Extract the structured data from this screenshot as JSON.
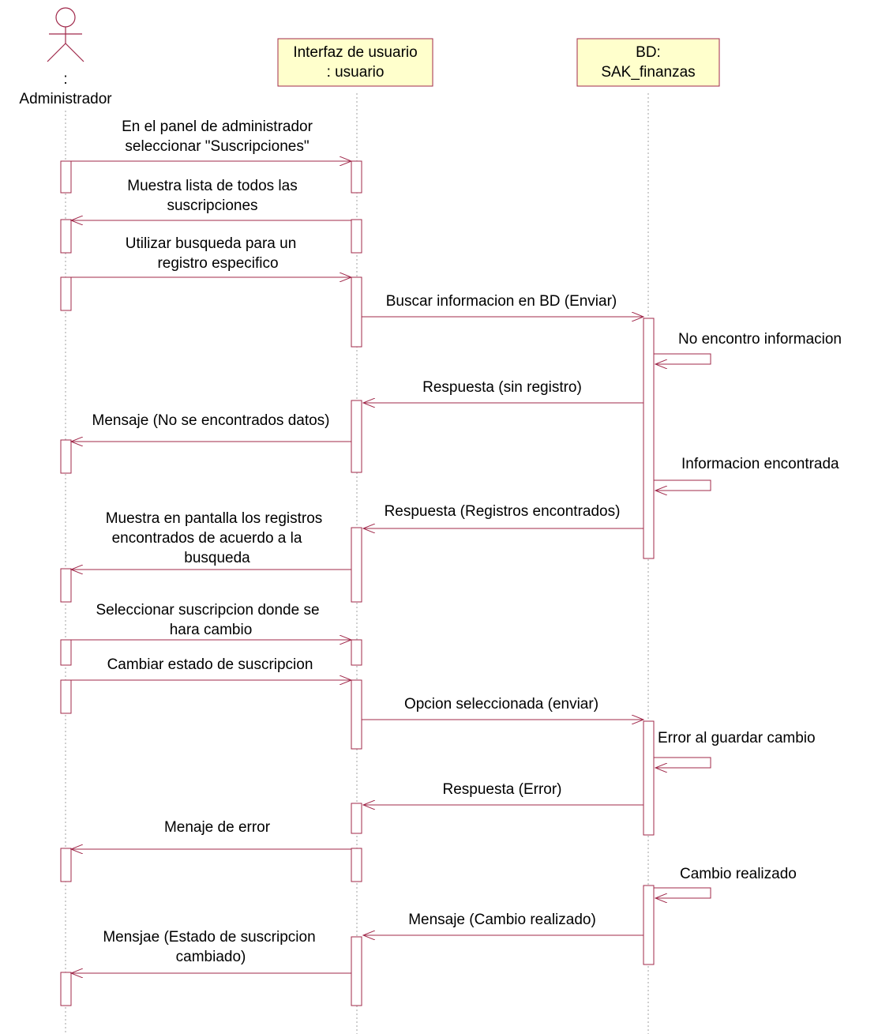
{
  "actor": {
    "line1": ":",
    "line2": "Administrador"
  },
  "objects": [
    {
      "line1": "Interfaz de usuario",
      "line2": ": usuario"
    },
    {
      "line1": "BD:",
      "line2": "SAK_finanzas"
    }
  ],
  "messages": [
    [
      "En el panel de administrador",
      "seleccionar \"Suscripciones\""
    ],
    [
      "Muestra lista de todos las",
      "suscripciones"
    ],
    [
      "Utilizar busqueda para un",
      "registro especifico"
    ],
    [
      "Buscar informacion en BD (Enviar)"
    ],
    [
      "No encontro informacion"
    ],
    [
      "Respuesta (sin registro)"
    ],
    [
      "Mensaje (No se encontrados datos)"
    ],
    [
      "Informacion encontrada"
    ],
    [
      "Respuesta (Registros encontrados)"
    ],
    [
      "Muestra en pantalla los registros",
      "encontrados de acuerdo a la",
      "busqueda"
    ],
    [
      "Seleccionar suscripcion donde se",
      "hara cambio"
    ],
    [
      "Cambiar estado de suscripcion"
    ],
    [
      "Opcion seleccionada (enviar)"
    ],
    [
      "Error al guardar cambio"
    ],
    [
      "Respuesta (Error)"
    ],
    [
      "Menaje de error"
    ],
    [
      "Cambio realizado"
    ],
    [
      "Mensaje (Cambio realizado)"
    ],
    [
      "Mensjae (Estado de suscripcion",
      "cambiado)"
    ]
  ],
  "colors": {
    "border": "#a0284a",
    "object_fill": "#ffffcc",
    "lifeline": "#a0a0a0"
  }
}
